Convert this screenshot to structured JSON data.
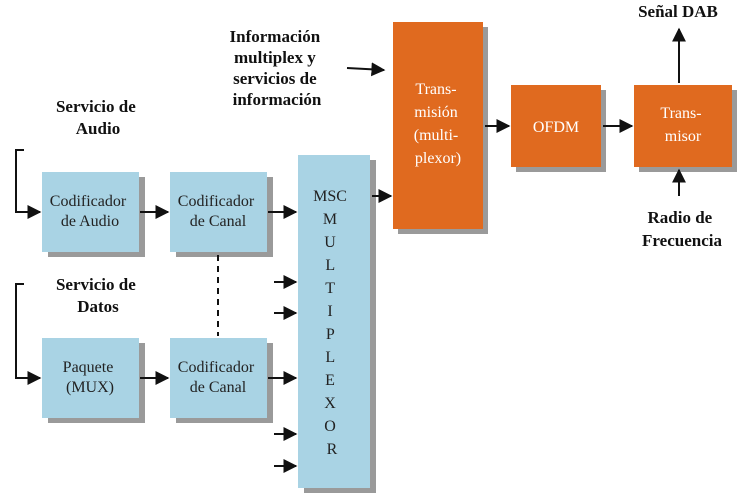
{
  "diagram": {
    "labels": {
      "audio_service": [
        "Servicio de",
        "Audio"
      ],
      "data_service": [
        "Servicio de",
        "Datos"
      ],
      "multiplex_info": [
        "Información",
        "multiplex y",
        "servicios de",
        "información"
      ],
      "dab_signal": "Señal DAB",
      "radio_freq": [
        "Radio de",
        "Frecuencia"
      ]
    },
    "boxes": {
      "audio_encoder": [
        "Codificador",
        "de Audio"
      ],
      "channel_encoder_1": [
        "Codificador",
        "de Canal"
      ],
      "packet_mux": [
        "Paquete",
        "(MUX)"
      ],
      "channel_encoder_2": [
        "Codificador",
        "de Canal"
      ],
      "msc_multiplexor": [
        "MSC",
        "M",
        "U",
        "L",
        "T",
        "I",
        "P",
        "L",
        "E",
        "X",
        "O",
        "R"
      ],
      "transmission": [
        "Trans-",
        "misión",
        "(multi-",
        "plexor)"
      ],
      "ofdm": "OFDM",
      "transmitter": [
        "Trans-",
        "misor"
      ]
    },
    "colors": {
      "blue_box": "#a9d3e4",
      "orange_box": "#e06a1f",
      "shadow": "#9a9a9a",
      "arrow": "#111111"
    }
  }
}
